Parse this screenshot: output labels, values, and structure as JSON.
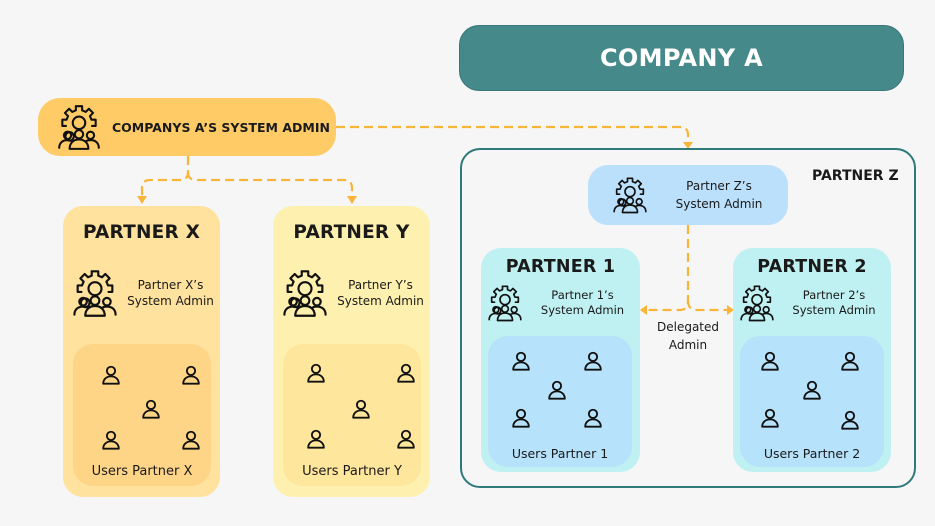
{
  "title": "COMPANY A",
  "company_admin": {
    "label": "COMPANYS A’S SYSTEM ADMIN",
    "icon": "admin-gear-group-icon"
  },
  "partners_left": [
    {
      "id": "x",
      "title": "PARTNER X",
      "admin_line1": "Partner X’s",
      "admin_line2": "System Admin",
      "users_label": "Users Partner X",
      "user_count": 5
    },
    {
      "id": "y",
      "title": "PARTNER Y",
      "admin_line1": "Partner Y’s",
      "admin_line2": "System Admin",
      "users_label": "Users Partner Y",
      "user_count": 5
    }
  ],
  "partner_z": {
    "title": "PARTNER Z",
    "admin_line1": "Partner Z’s",
    "admin_line2": "System Admin",
    "delegated_line1": "Delegated",
    "delegated_line2": "Admin",
    "sub_partners": [
      {
        "id": "1",
        "title": "PARTNER 1",
        "admin_line1": "Partner 1’s",
        "admin_line2": "System Admin",
        "users_label": "Users Partner 1",
        "user_count": 5
      },
      {
        "id": "2",
        "title": "PARTNER 2",
        "admin_line1": "Partner 2’s",
        "admin_line2": "System Admin",
        "users_label": "Users Partner 2",
        "user_count": 5
      }
    ]
  },
  "colors": {
    "background": "#f6f6f6",
    "title_banner": "#46898a",
    "company_admin": "#fecb67",
    "connector": "#f9b43a",
    "partner_x": "#ffe29e",
    "partner_y": "#fef0ae",
    "partner_z_border": "#2e7a7a",
    "partner_z_admin": "#bbe0fb",
    "sub_partner": "#bff0f2",
    "sub_partner_users": "#b7e2fb"
  }
}
